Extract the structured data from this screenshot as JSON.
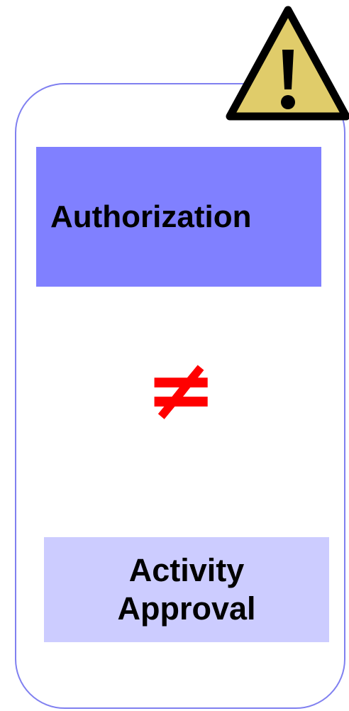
{
  "labels": {
    "authorization": "Authorization",
    "activity_line1": "Activity",
    "activity_line2": "Approval",
    "relation": "≠"
  },
  "icons": {
    "warning": "warning-triangle-icon"
  },
  "colors": {
    "frame_border": "#8080f0",
    "authorization_fill": "#8080ff",
    "approval_fill": "#ccccff",
    "relation_color": "#ff0000",
    "warning_fill": "#e0cc6a"
  }
}
